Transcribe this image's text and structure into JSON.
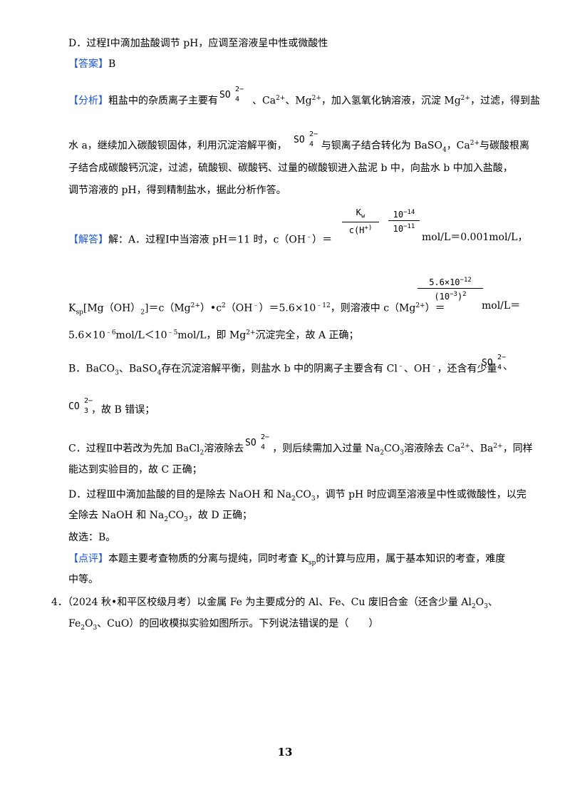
{
  "lines": {
    "l1": "D．过程Ⅰ中滴加盐酸调节 pH，应调至溶液呈中性或微酸性",
    "ans_tag": "【答案】",
    "ans_val": "B",
    "ana_tag": "【分析】",
    "ana_1a": "粗盐中的杂质离子主要有",
    "ana_1b": "、Ca",
    "ana_1c": "、Mg",
    "ana_1d": "，加入氢氧化钠溶液，沉淀 Mg",
    "ana_1e": "，过滤，得到盐",
    "ana_2a": "水 a，继续加入碳酸钡固体，利用沉淀溶解平衡，",
    "ana_2b": "与钡离子结合转化为 BaSO",
    "ana_2c": "，Ca",
    "ana_2d": "与碳酸根离",
    "ana_3": "子结合成碳酸钙沉淀，过滤，硫酸钡、碳酸钙、过量的碳酸钡进入盐泥 b 中，向盐水 b 中加入盐酸，",
    "ana_4": "调节溶液的 pH，得到精制盐水，据此分析作答。",
    "sol_tag": "【解答】",
    "sol_1a": "解：A．过程Ⅰ中当溶液 pH＝11 时，c（OH",
    "sol_1b": "）＝",
    "sol_1c": "mol/L＝0.001mol/L，",
    "sol_2a": "K",
    "sol_2b": "[Mg（OH）",
    "sol_2c": "]＝c（Mg",
    "sol_2d": "）•c",
    "sol_2e": "（OH",
    "sol_2f": "）＝5.6×10",
    "sol_2g": "，则溶液中 c（Mg",
    "sol_2h": "）＝",
    "sol_2i": "mol/L＝",
    "sol_3a": "5.6×10",
    "sol_3b": "mol/L＜10",
    "sol_3c": "mol/L，即 Mg",
    "sol_3d": "沉淀完全，故 A 正确；",
    "b_1a": "B．BaCO",
    "b_1b": "、BaSO",
    "b_1c": "存在沉淀溶解平衡，则盐水 b 中的阴离子主要含有 Cl",
    "b_1d": "、OH",
    "b_1e": "，还含有少量",
    "b_1f": "、",
    "b_2": "，故 B 错误；",
    "c_1a": "C．过程Ⅱ中若改为先加 BaCl",
    "c_1b": "溶液除去",
    "c_1c": "，则后续需加入过量 Na",
    "c_1d": "CO",
    "c_1e": "溶液除去 Ca",
    "c_1f": "、Ba",
    "c_1g": "，同样",
    "c_2": "能达到实验目的，故 C 正确；",
    "d_1a": "D．过程Ⅲ中滴加盐酸的目的是除去 NaOH 和 Na",
    "d_1b": "CO",
    "d_1c": "，调节 pH 时应调至溶液呈中性或微酸性，以完",
    "d_2a": "全除去 NaOH 和 Na",
    "d_2b": "CO",
    "d_2c": "，故 D 正确；",
    "choose": "故选：B。",
    "rev_tag": "【点评】",
    "rev_1a": "本题主要考查物质的分离与提纯，同时考查 K",
    "rev_1b": "的计算与应用，属于基本知识的考查，难度",
    "rev_2": "中等。",
    "q4_1a": "4．（2024 秋•和平区校级月考）以金属 Fe 为主要成分的 Al、Fe、Cu 废旧合金（还含少量 Al",
    "q4_1b": "O",
    "q4_1c": "、",
    "q4_2a": "Fe",
    "q4_2b": "O",
    "q4_2c": "、CuO）的回收模拟实验如图所示。下列说法错误的是（　　）"
  },
  "sym": {
    "two": "2",
    "three": "3",
    "four": "4",
    "sp": "sp",
    "p2": "2+",
    "minus": "﹣",
    "m12": "﹣12",
    "m6": "﹣6",
    "m5": "﹣5",
    "so": "SO",
    "co": "CO",
    "q2m": "2−",
    "kw": "K",
    "w": "w",
    "hplus": "c(H",
    "hplus_end": "+)",
    "ten": "10",
    "e14": "−14",
    "e11": "−11",
    "num2": "5.6×10",
    "e12": "−12",
    "den2a": "(10",
    "e3": "−3",
    "den2b": ")"
  },
  "page_number": "13"
}
